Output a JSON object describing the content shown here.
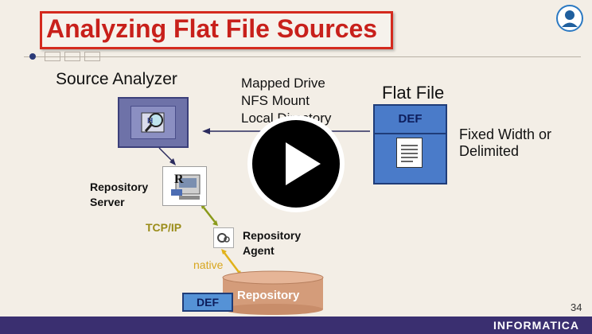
{
  "slide": {
    "title": "Analyzing Flat File Sources",
    "page_number": "34",
    "brand": "INFORMATICA"
  },
  "diagram": {
    "source_analyzer": "Source Analyzer",
    "connection_lines": [
      "Mapped Drive",
      "NFS Mount",
      "Local Directory"
    ],
    "flat_file": {
      "title": "Flat File",
      "def_label": "DEF",
      "format_lines": [
        "Fixed Width or",
        "Delimited"
      ]
    },
    "repository_server": [
      "Repository",
      "Server"
    ],
    "protocol": "TCP/IP",
    "repository_agent": [
      "Repository",
      "Agent"
    ],
    "native": "native",
    "repository": "Repository",
    "repo_def": "DEF"
  },
  "colors": {
    "title": "#c8201b",
    "accent_blue": "#4a7bc9",
    "tcp": "#9a8c18",
    "native": "#d8a61e",
    "bar": "#3a2f70"
  },
  "icons": [
    "user-avatar-icon",
    "play-icon",
    "magnifier-icon",
    "document-icon",
    "server-icon",
    "agent-icon",
    "database-icon"
  ]
}
